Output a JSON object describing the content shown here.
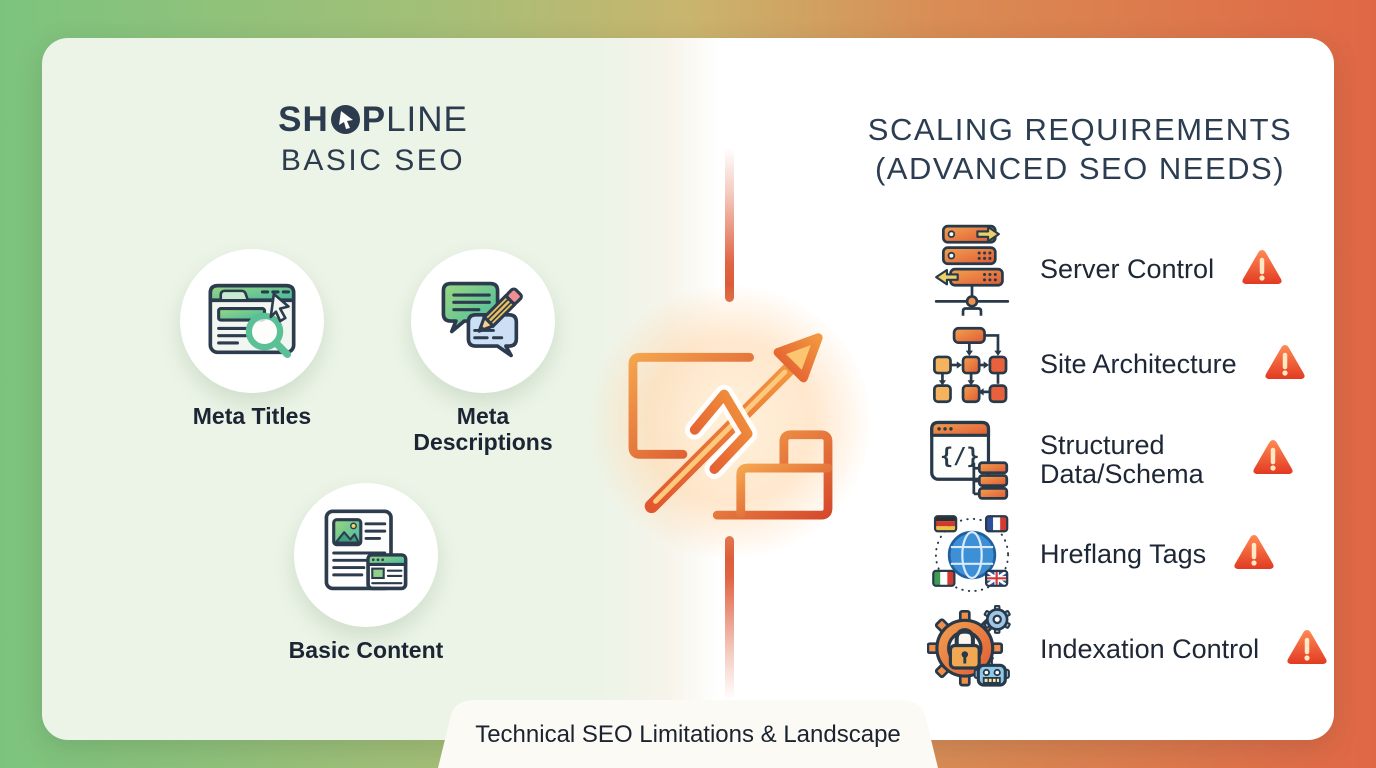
{
  "meta": {
    "type": "comparison-infographic"
  },
  "colors": {
    "bg_gradient_left": "#7cc47e",
    "bg_gradient_right": "#e06745",
    "card_left_tint": "#ecf4e7",
    "card_right_tint": "#ffffff",
    "title_text": "#2c3b4e",
    "label_text": "#1c2533",
    "divider_orange": "#e06443",
    "warning_red": "#e8402a",
    "green_accent": "#5cc096",
    "orange_accent": "#f0924e"
  },
  "left_panel": {
    "logo": {
      "part_sh": "SH",
      "part_p": "P",
      "part_line": "LINE"
    },
    "subtitle": "BASIC SEO",
    "features": [
      {
        "label": "Meta Titles",
        "icon": "browser-search-icon"
      },
      {
        "label": "Meta Descriptions",
        "icon": "speech-bubbles-pencil-icon"
      },
      {
        "label": "Basic Content",
        "icon": "document-image-icon"
      }
    ]
  },
  "center": {
    "icon": "wall-growth-arrow-icon"
  },
  "right_panel": {
    "title_line1": "SCALING REQUIREMENTS",
    "title_line2": "(ADVANCED SEO NEEDS)",
    "items": [
      {
        "label": "Server Control",
        "icon": "server-stack-icon",
        "warning": true
      },
      {
        "label": "Site Architecture",
        "icon": "flowchart-icon",
        "warning": true
      },
      {
        "label": "Structured Data/Schema",
        "icon": "code-schema-icon",
        "icon_glyph": "{/}",
        "warning": true
      },
      {
        "label": "Hreflang Tags",
        "icon": "globe-flags-icon",
        "warning": true
      },
      {
        "label": "Indexation Control",
        "icon": "gear-lock-robot-icon",
        "warning": true
      }
    ]
  },
  "footer": {
    "label": "Technical SEO Limitations & Landscape"
  }
}
